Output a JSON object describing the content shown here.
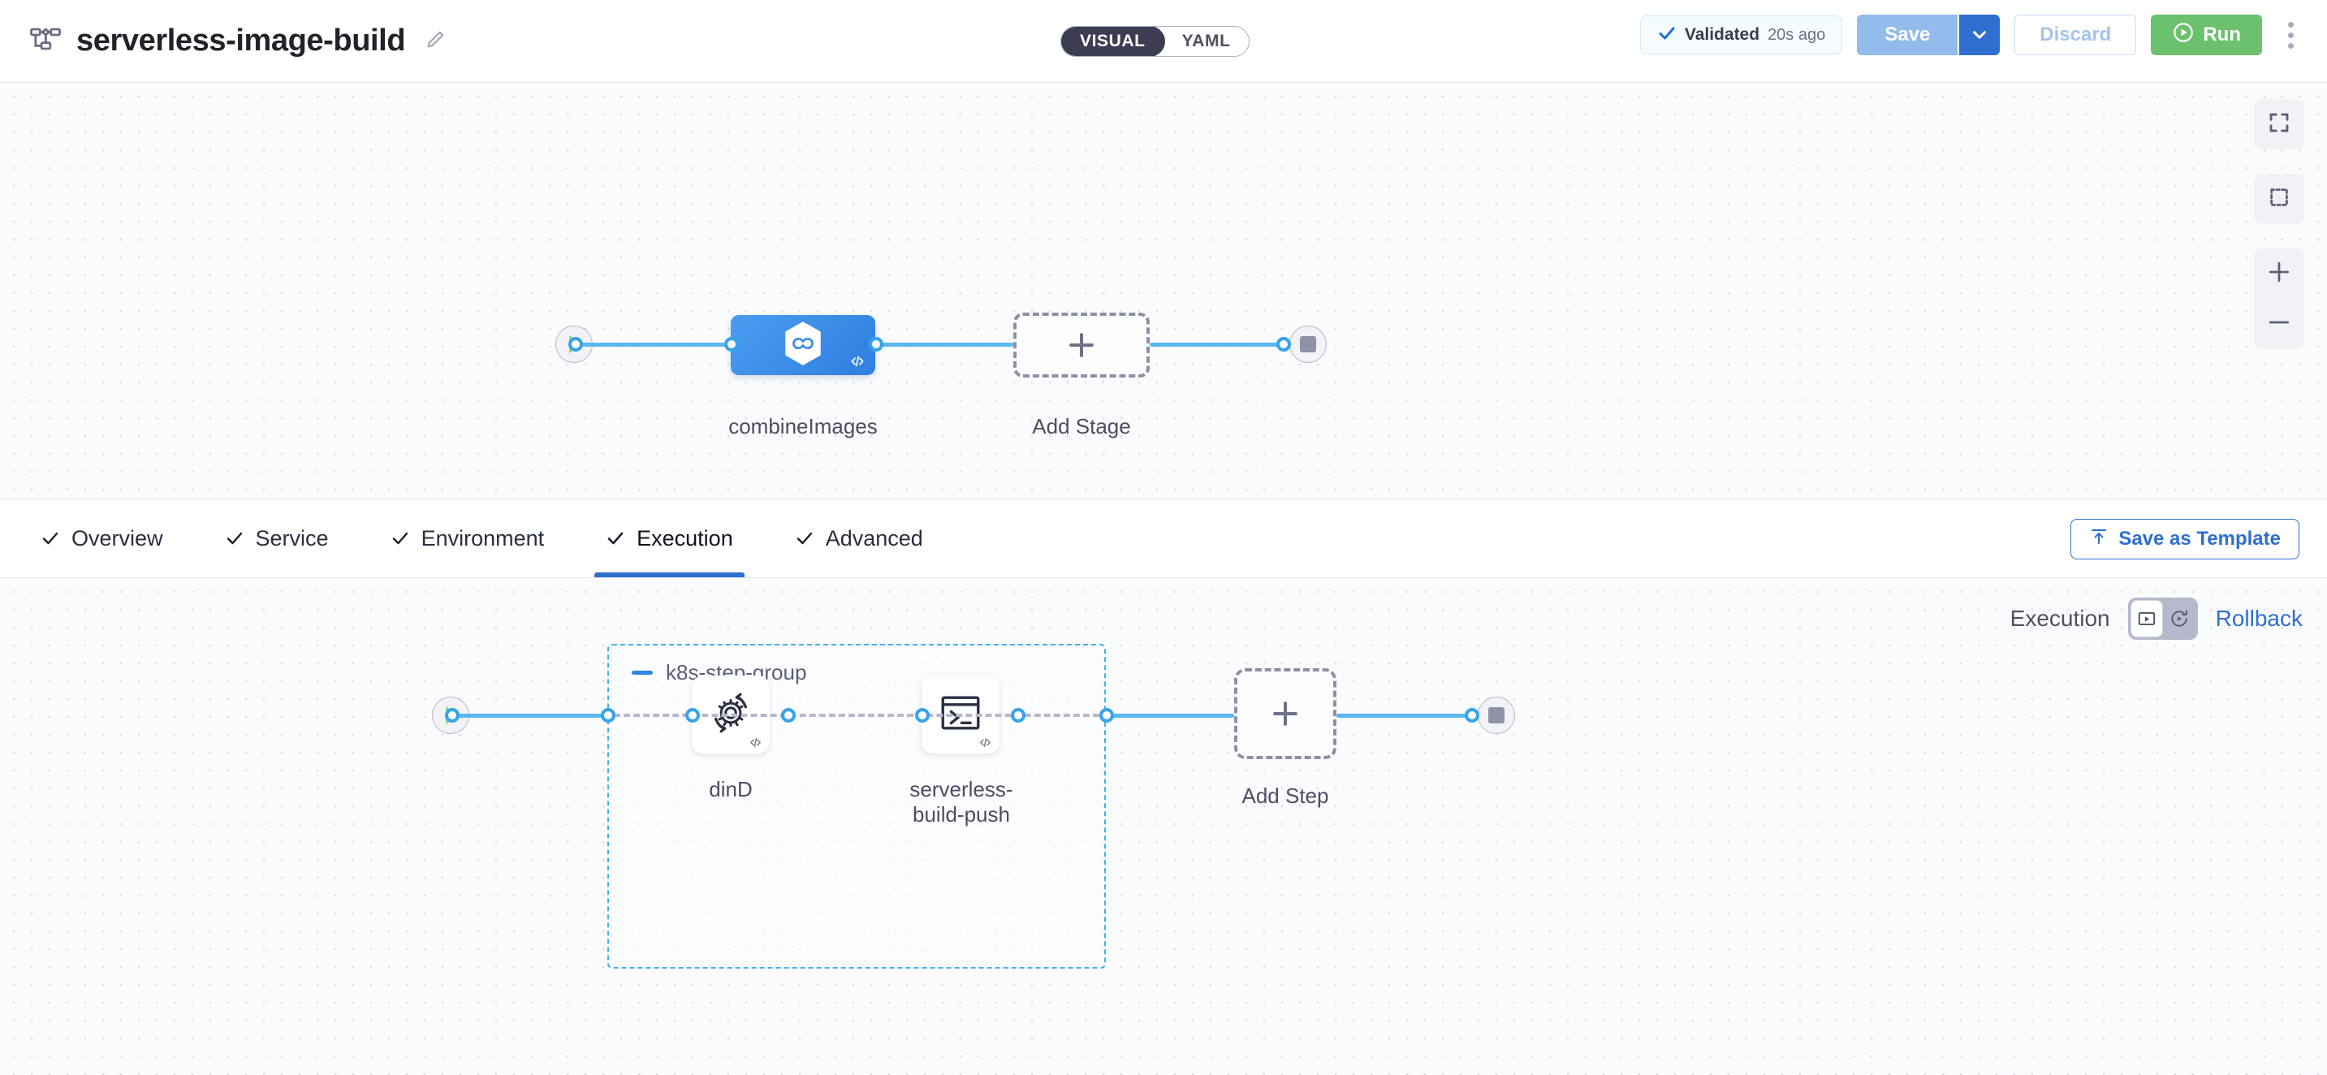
{
  "header": {
    "pipeline_icon": "pipeline-flow-icon",
    "title": "serverless-image-build",
    "edit_icon": "pencil-icon",
    "mode_toggle": {
      "visual": "VISUAL",
      "yaml": "YAML",
      "selected": "VISUAL"
    },
    "validated": {
      "icon": "check-icon",
      "label": "Validated",
      "time": "20s ago"
    },
    "save": {
      "label": "Save",
      "caret_icon": "chevron-down-icon"
    },
    "discard": {
      "label": "Discard"
    },
    "run": {
      "label": "Run",
      "icon": "play-circle-icon"
    },
    "overflow_icon": "kebab-menu-icon"
  },
  "stage_canvas": {
    "start_node": {
      "icon": "play-icon"
    },
    "end_node": {
      "icon": "stop-icon"
    },
    "stage": {
      "label": "combineImages",
      "icon": "harness-hexagon-infinity-icon",
      "badge_icon": "code-brackets-icon"
    },
    "add_stage": {
      "label": "Add Stage",
      "icon": "plus-icon"
    },
    "controls": [
      {
        "name": "fit-to-screen",
        "icon": "expand-corners-icon"
      },
      {
        "name": "selection-box",
        "icon": "dashed-square-icon"
      },
      {
        "name": "zoom-in",
        "icon": "plus-icon"
      },
      {
        "name": "zoom-out",
        "icon": "minus-icon"
      }
    ]
  },
  "tabs": {
    "items": [
      {
        "label": "Overview",
        "icon": "check-icon",
        "active": false
      },
      {
        "label": "Service",
        "icon": "check-icon",
        "active": false
      },
      {
        "label": "Environment",
        "icon": "check-icon",
        "active": false
      },
      {
        "label": "Execution",
        "icon": "check-icon",
        "active": true
      },
      {
        "label": "Advanced",
        "icon": "check-icon",
        "active": false
      }
    ],
    "save_as_template": {
      "label": "Save as Template",
      "icon": "template-upload-icon"
    }
  },
  "execution": {
    "exec_label": "Execution",
    "rollback_label": "Rollback",
    "toggle": {
      "selected": "Execution",
      "left_icon": "execution-play-box-icon",
      "right_icon": "rollback-arrow-icon"
    },
    "start_node": {
      "icon": "play-icon"
    },
    "end_node": {
      "icon": "stop-icon"
    },
    "step_group": {
      "title": "k8s-step-group",
      "collapse_icon": "minus-icon",
      "steps": [
        {
          "label": "dinD",
          "icon": "gear-rotate-icon",
          "badge_icon": "code-brackets-icon"
        },
        {
          "label": "serverless-\nbuild-push",
          "icon": "terminal-icon",
          "badge_icon": "code-brackets-icon"
        }
      ]
    },
    "add_step": {
      "label": "Add Step",
      "icon": "plus-icon"
    }
  },
  "colors": {
    "accent_blue": "#2f6fd0",
    "link_blue": "#5cb7ef",
    "stage_blue": "#3a8ae8",
    "run_green": "#6cc16c",
    "dashed_gray": "#8c8fa6",
    "group_dash_blue": "#45b0ee"
  }
}
